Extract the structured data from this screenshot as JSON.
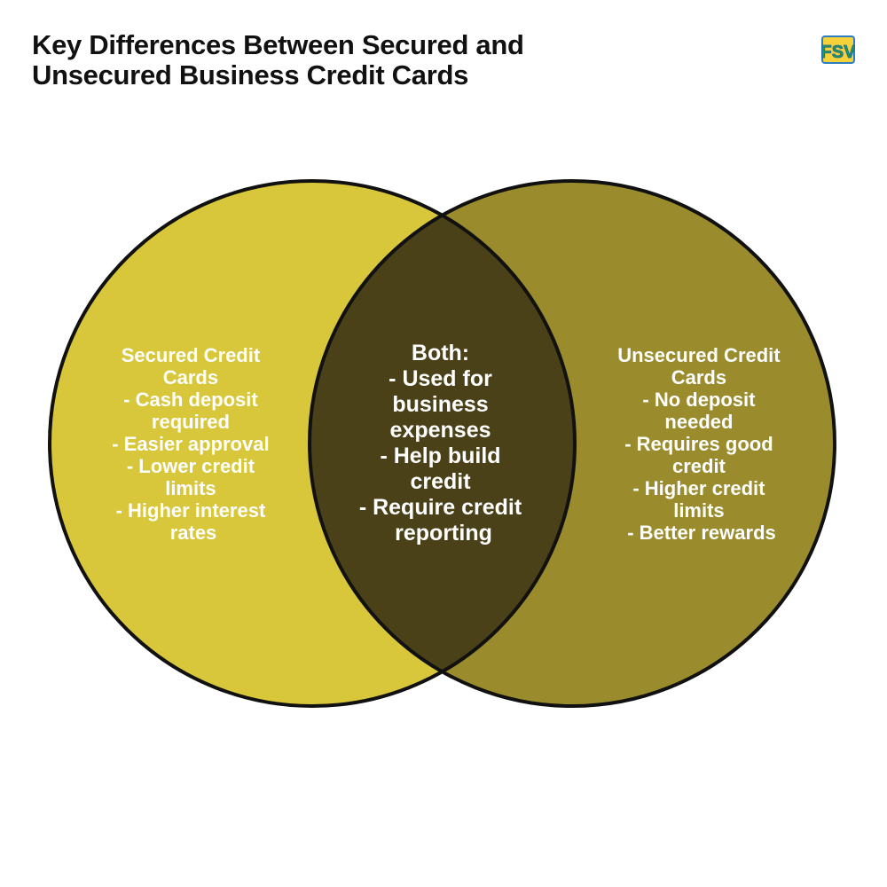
{
  "title": {
    "line1": "Key Differences Between Secured and",
    "line2": "Unsecured Business Credit Cards"
  },
  "logo": {
    "text": "FSV",
    "icon": "fsv-logo-icon"
  },
  "colors": {
    "left_circle": "#d9c73b",
    "right_circle": "#9a8c2c",
    "overlap": "#4b4119",
    "outline": "#111111",
    "text": "#ffffff"
  },
  "venn": {
    "left": {
      "lines": [
        "Secured Credit",
        "Cards",
        "- Cash deposit",
        "required",
        "- Easier approval",
        "- Lower credit",
        "limits",
        "- Higher interest",
        "rates"
      ]
    },
    "center": {
      "lines": [
        "Both:",
        "- Used for",
        "business",
        "expenses",
        "- Help build",
        "credit",
        "- Require credit",
        "reporting"
      ]
    },
    "right": {
      "lines": [
        "Unsecured Credit",
        "Cards",
        "- No deposit",
        "needed",
        "- Requires good",
        "credit",
        "- Higher credit",
        "limits",
        "- Better rewards"
      ]
    }
  }
}
